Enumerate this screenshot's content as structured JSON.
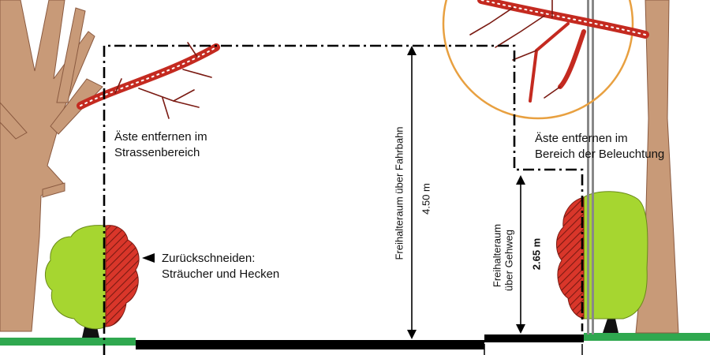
{
  "labels": {
    "street_branches": [
      "Äste entfernen im",
      "Strassenbereich"
    ],
    "lighting_branches": [
      "Äste entfernen im",
      "Bereich der Beleuchtung"
    ],
    "trim_shrubs": [
      "Zurückschneiden:",
      "Sträucher und Hecken"
    ]
  },
  "dimensions": {
    "road_clearance_label": "Freihalteraum über Fahrbahn",
    "road_clearance_value": "4.50 m",
    "sidewalk_clearance_label": [
      "Freihalteraum",
      "über Gehweg"
    ],
    "sidewalk_clearance_value": "2.65 m"
  },
  "colors": {
    "trunk": "#c89a78",
    "trunk_edge": "#8a5a40",
    "foliage": "#a6d630",
    "cut_red": "#d9362a",
    "grass": "#2fa84f",
    "road": "#000000",
    "lamp_circle": "#e8a040"
  }
}
